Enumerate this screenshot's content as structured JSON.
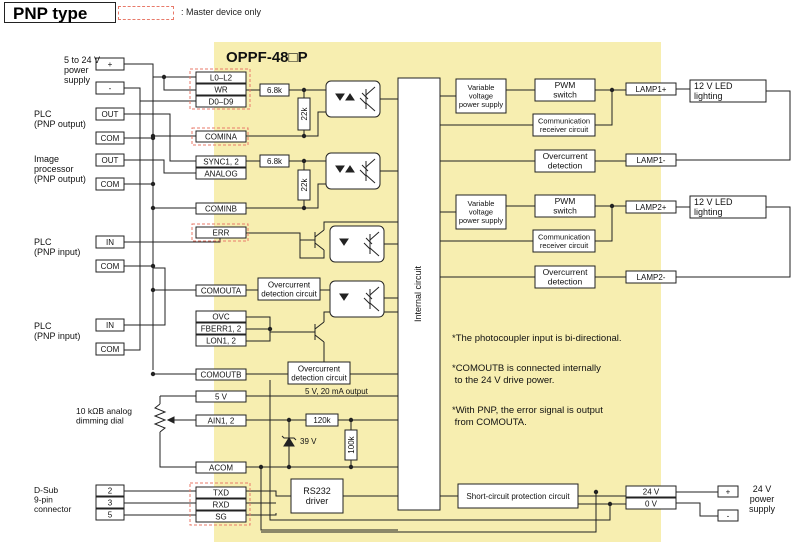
{
  "header": {
    "type_title": "PNP type",
    "legend_text": ": Master device only"
  },
  "device_title": "OPPF-48□P",
  "colors": {
    "module_fill": "#f7eeb0",
    "dashed_master": "#e87a6a",
    "line": "#222222"
  },
  "left": {
    "power": {
      "label": "5 to 24 V\npower\nsupply",
      "plus": "+",
      "minus": "-"
    },
    "plc_out": {
      "label": "PLC\n(PNP output)",
      "t1": "OUT",
      "t2": "COM"
    },
    "img_proc": {
      "label": "Image\nprocessor\n(PNP output)",
      "t1": "OUT",
      "t2": "COM"
    },
    "plc_in1": {
      "label": "PLC\n(PNP input)",
      "t1": "IN",
      "t2": "COM"
    },
    "plc_in2": {
      "label": "PLC\n(PNP input)",
      "t1": "IN",
      "t2": "COM"
    },
    "dimming": {
      "label": "10 kΩB analog\ndimming dial"
    },
    "dsub": {
      "label": "D-Sub\n9-pin\nconnector",
      "p1": "2",
      "p2": "3",
      "p3": "5"
    }
  },
  "terminals": {
    "l0l2": "L0–L2",
    "wr": "WR",
    "d0d9": "D0–D9",
    "comina": "COMINA",
    "sync": "SYNC1, 2",
    "analog": "ANALOG",
    "cominb": "COMINB",
    "err": "ERR",
    "comouta": "COMOUTA",
    "ovc": "OVC",
    "fberr": "FBERR1, 2",
    "lon": "LON1, 2",
    "comoutb": "COMOUTB",
    "v5": "5 V",
    "ain": "AIN1, 2",
    "acom": "ACOM",
    "txd": "TXD",
    "rxd": "RXD",
    "sg": "SG"
  },
  "components": {
    "r1": "6.8k",
    "r2": "6.8k",
    "r3": "22k",
    "r4": "22k",
    "r5": "120k",
    "r6": "100k",
    "zener": "39 V",
    "ovc_det1": "Overcurrent\ndetection circuit",
    "ovc_det2": "Overcurrent\ndetection circuit",
    "out_5v": "5 V, 20 mA output",
    "internal": "Internal circuit",
    "rs232": "RS232\ndriver",
    "short_prot": "Short-circuit protection circuit",
    "vvps1": "Variable\nvoltage\npower supply",
    "vvps2": "Variable\nvoltage\npower supply",
    "pwm1": "PWM\nswitch",
    "pwm2": "PWM\nswitch",
    "comm1": "Communication\nreceiver circuit",
    "comm2": "Communication\nreceiver circuit",
    "ocd1": "Overcurrent\ndetection",
    "ocd2": "Overcurrent\ndetection"
  },
  "right": {
    "lamp1p": "LAMP1+",
    "lamp1m": "LAMP1-",
    "lamp2p": "LAMP2+",
    "lamp2m": "LAMP2-",
    "led1": "12 V LED\nlighting",
    "led2": "12 V LED\nlighting",
    "v24": "24 V",
    "v0": "0 V",
    "psu": "24 V\npower\nsupply",
    "psu_plus": "+",
    "psu_minus": "-"
  },
  "notes": [
    "*The photocoupler input is bi-directional.",
    "*COMOUTB is connected internally\n  to the 24 V drive power.",
    "*With PNP, the error signal is output\n  from COMOUTA."
  ]
}
